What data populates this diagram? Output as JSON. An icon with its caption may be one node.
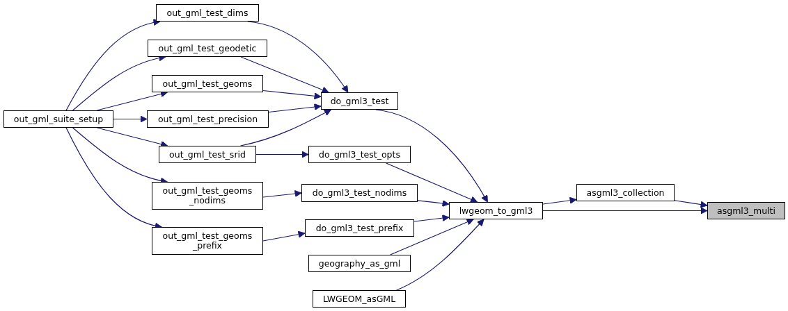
{
  "diagram": {
    "nodes": [
      {
        "text": [
          "out_gml_suite_setup"
        ]
      },
      {
        "text": [
          "out_gml_test_dims"
        ]
      },
      {
        "text": [
          "out_gml_test_geodetic"
        ]
      },
      {
        "text": [
          "out_gml_test_geoms"
        ]
      },
      {
        "text": [
          "out_gml_test_precision"
        ]
      },
      {
        "text": [
          "out_gml_test_srid"
        ]
      },
      {
        "text": [
          "out_gml_test_geoms _nodims"
        ]
      },
      {
        "text": [
          "out_gml_test_geoms _prefix"
        ]
      },
      {
        "text": [
          "do_gml3_test"
        ]
      },
      {
        "text": [
          "do_gml3_test_opts"
        ]
      },
      {
        "text": [
          "do_gml3_test_nodims"
        ]
      },
      {
        "text": [
          "do_gml3_test_prefix"
        ]
      },
      {
        "text": [
          "geography_as_gml"
        ]
      },
      {
        "text": [
          "LWGEOM_asGML"
        ]
      },
      {
        "text": [
          "lwgeom_to_gml3"
        ]
      },
      {
        "text": [
          "asgml3_collection"
        ]
      },
      {
        "text": [
          "asgml3_multi"
        ]
      }
    ],
    "edges": [
      {
        "from": 0,
        "to": 1,
        "arrow": "to"
      },
      {
        "from": 0,
        "to": 2,
        "arrow": "to"
      },
      {
        "from": 0,
        "to": 3,
        "arrow": "to"
      },
      {
        "from": 0,
        "to": 4,
        "arrow": "to"
      },
      {
        "from": 0,
        "to": 5,
        "arrow": "to"
      },
      {
        "from": 0,
        "to": 6,
        "arrow": "to"
      },
      {
        "from": 0,
        "to": 7,
        "arrow": "to"
      },
      {
        "from": 1,
        "to": 8,
        "arrow": "to"
      },
      {
        "from": 2,
        "to": 8,
        "arrow": "to"
      },
      {
        "from": 3,
        "to": 8,
        "arrow": "to"
      },
      {
        "from": 4,
        "to": 8,
        "arrow": "to"
      },
      {
        "from": 5,
        "to": 8,
        "arrow": "to"
      },
      {
        "from": 5,
        "to": 9,
        "arrow": "to"
      },
      {
        "from": 6,
        "to": 10,
        "arrow": "to"
      },
      {
        "from": 7,
        "to": 11,
        "arrow": "to"
      },
      {
        "from": 8,
        "to": 14,
        "arrow": "to"
      },
      {
        "from": 9,
        "to": 14,
        "arrow": "to"
      },
      {
        "from": 10,
        "to": 14,
        "arrow": "to"
      },
      {
        "from": 11,
        "to": 14,
        "arrow": "to"
      },
      {
        "from": 12,
        "to": 14,
        "arrow": "to"
      },
      {
        "from": 13,
        "to": 14,
        "arrow": "to"
      },
      {
        "from": 14,
        "to": 15,
        "arrow": "to"
      },
      {
        "from": 14,
        "to": 16,
        "arrow": "to"
      },
      {
        "from": 15,
        "to": 16,
        "arrow": "to"
      }
    ]
  }
}
